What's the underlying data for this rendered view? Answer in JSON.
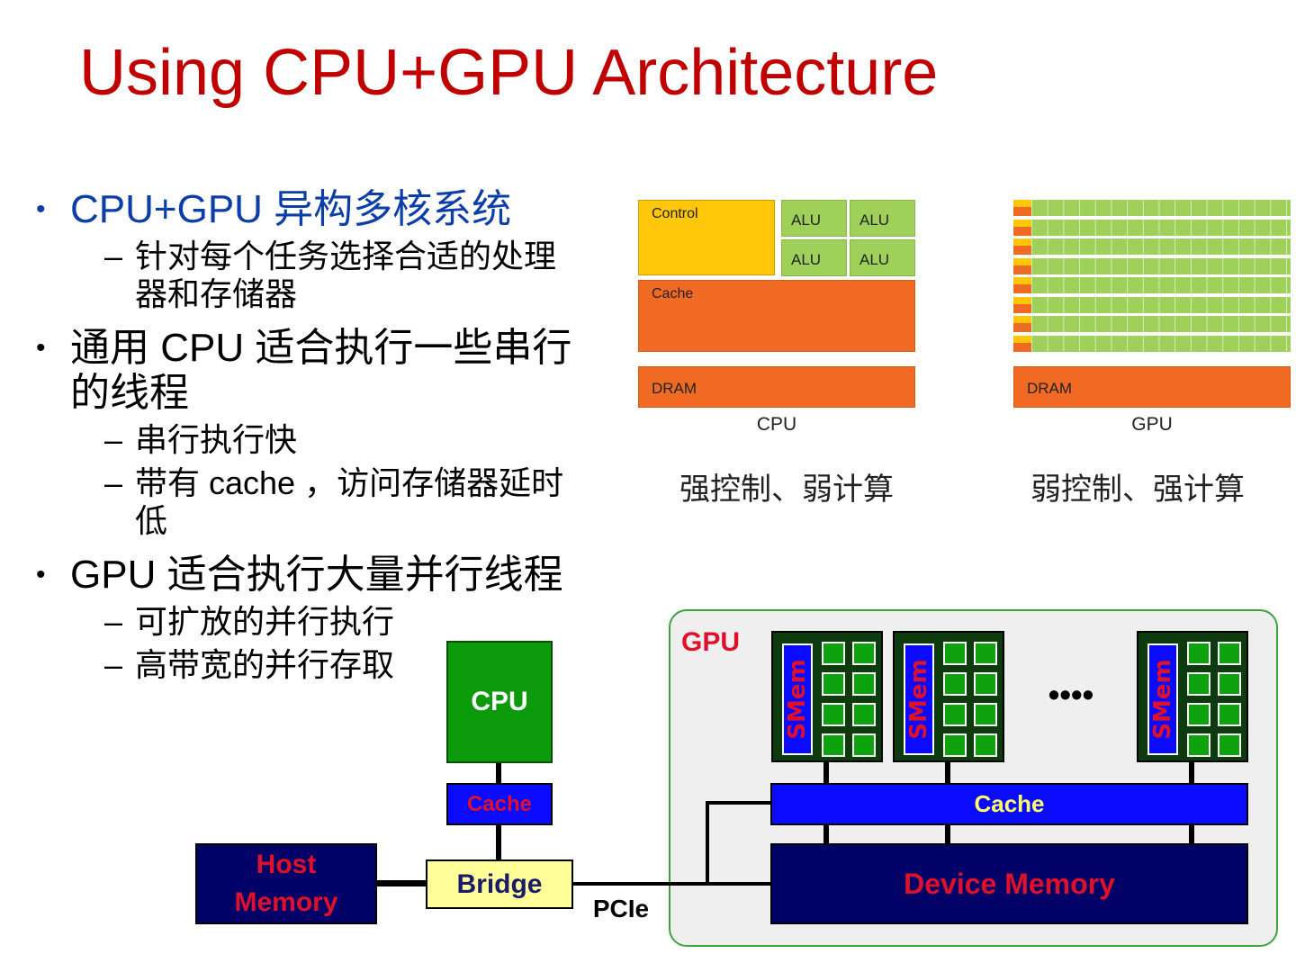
{
  "title": "Using CPU+GPU Architecture",
  "bullets": [
    {
      "text": "CPU+GPU 异构多核系统",
      "subs": [
        "针对每个任务选择合适的处理",
        "器和存储器"
      ]
    },
    {
      "text": "通用 CPU  适合执行一些串行",
      "text2": "的线程",
      "subs": [
        "串行执行快",
        "带有 cache ，访问存储器延时",
        "低"
      ]
    },
    {
      "text": "GPU  适合执行大量并行线程",
      "subs": [
        "可扩放的并行执行",
        "高带宽的并行存取"
      ]
    }
  ],
  "cpu_arch": {
    "control": "Control",
    "alus": [
      "ALU",
      "ALU",
      "ALU",
      "ALU"
    ],
    "cache": "Cache",
    "dram": "DRAM",
    "label": "CPU",
    "caption": "强控制、弱计算"
  },
  "gpu_arch": {
    "dram": "DRAM",
    "label": "GPU",
    "caption": "弱控制、强计算"
  },
  "system": {
    "cpu": "CPU",
    "cpu_cache": "Cache",
    "bridge": "Bridge",
    "host_memory_1": "Host",
    "host_memory_2": "Memory",
    "pcie": "PCIe",
    "gpu_label": "GPU",
    "smem": "SMem",
    "ellipsis": "••••",
    "gpu_cache": "Cache",
    "device_memory": "Device Memory"
  },
  "colors": {
    "title": "#c00000",
    "accent_blue": "#0b3ea8",
    "cpu_green": "#0a9a0a",
    "cache_blue": "#0a0aff",
    "navy": "#000066",
    "bridge_yellow": "#ffff99",
    "label_red": "#e0102a",
    "gpu_cache_text": "#ffff66"
  }
}
